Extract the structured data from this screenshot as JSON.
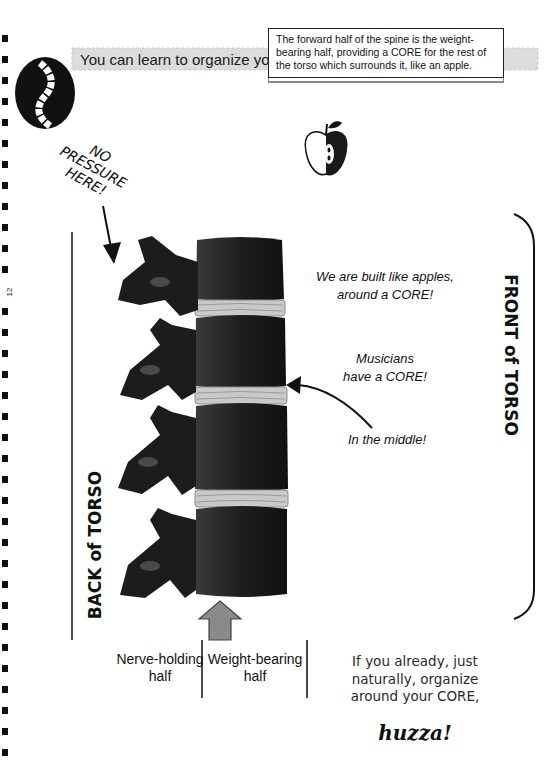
{
  "diagram": {
    "title": "You can learn to organize your torso around your CORE!",
    "nodes": [
      {
        "text": [
          "The forward half of the spine is the weight-bearing half, providing a CORE for the rest of the torso which surrounds it, like an apple."
        ]
      }
    ],
    "labels": [
      "NO PRESSURE HERE!",
      "12",
      "BACK of TORSO",
      "We are built like apples, around a CORE!",
      "Musicians have a CORE!",
      "In the middle!",
      "FRONT of TORSO",
      "Nerve-holding half",
      "Weight-bearing half",
      "If you already, just naturally, organize around your CORE,",
      "huzza!"
    ]
  }
}
